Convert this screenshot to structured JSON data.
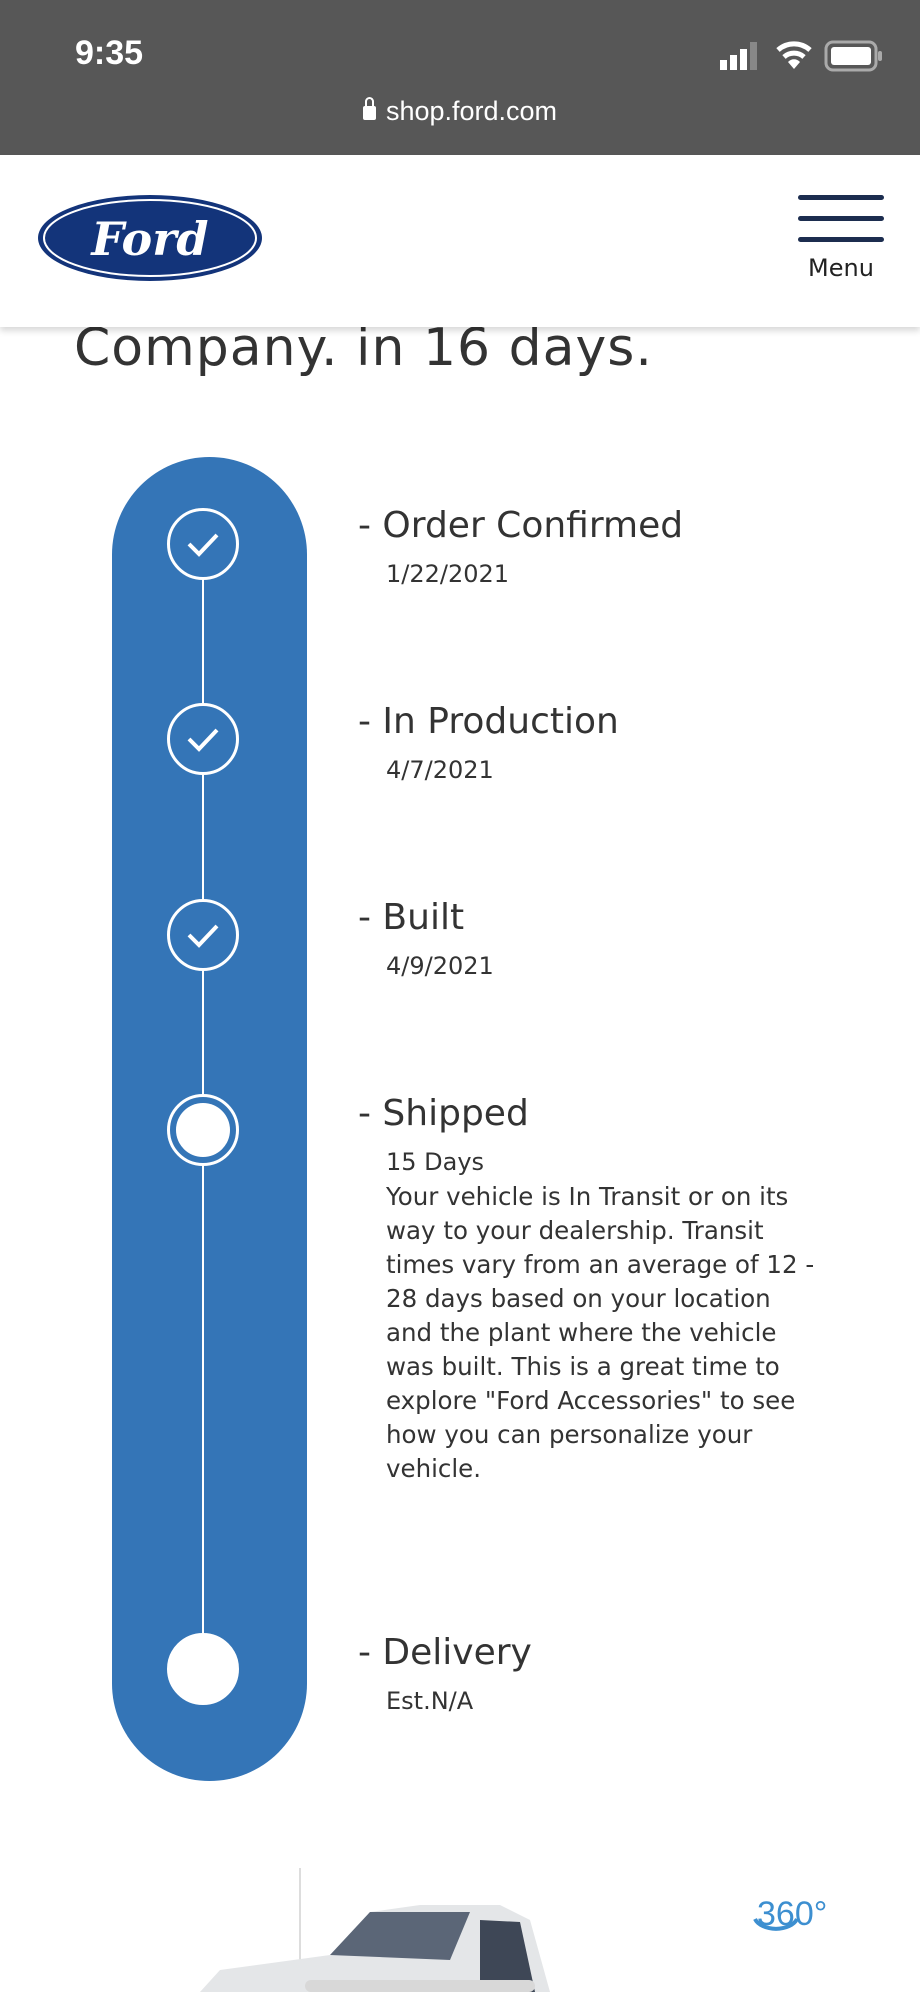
{
  "status_bar": {
    "time": "9:35",
    "url": "shop.ford.com"
  },
  "header": {
    "logo_text": "Ford",
    "menu_label": "Menu"
  },
  "headline": "Company. in 16 days.",
  "steps": [
    {
      "title": "- Order Confirmed",
      "detail": "1/22/2021",
      "state": "complete"
    },
    {
      "title": "- In Production",
      "detail": "4/7/2021",
      "state": "complete"
    },
    {
      "title": "- Built",
      "detail": "4/9/2021",
      "state": "complete"
    },
    {
      "title": "- Shipped",
      "detail": "15 Days",
      "description": "Your vehicle is In Transit or on its way to your dealership. Transit times vary from an average of 12 - 28 days based on your location and the plant where the vehicle was built. This is a great time to explore \"Ford Accessories\" to see how you can personalize your vehicle.",
      "state": "current"
    },
    {
      "title": "- Delivery",
      "detail": "Est.N/A",
      "state": "pending"
    }
  ],
  "viewer": {
    "badge": "360°"
  },
  "colors": {
    "timeline": "#3475b7",
    "logo": "#13347a",
    "menu": "#1c2d4f"
  }
}
